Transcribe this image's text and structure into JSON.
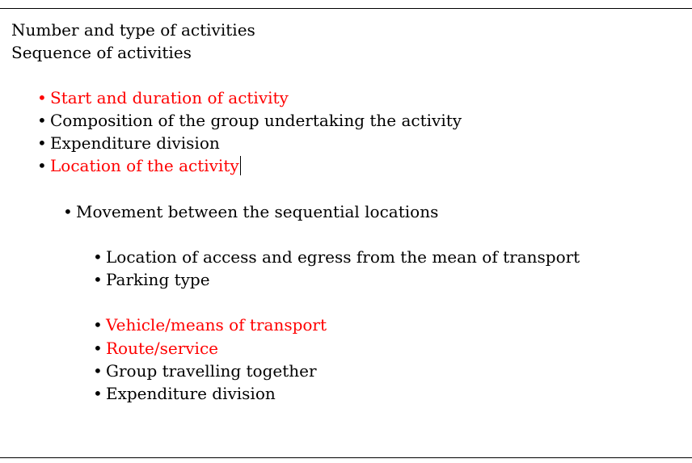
{
  "heading": {
    "line1": "Number and type of activities",
    "line2": "Sequence of activities"
  },
  "level1_items": [
    {
      "label": "Start and duration of activity",
      "color": "#ff0000"
    },
    {
      "label": "Composition of the group undertaking the activity",
      "color": "#000000"
    },
    {
      "label": "Expenditure division",
      "color": "#000000"
    },
    {
      "label": "Location of the activity",
      "color": "#ff0000"
    }
  ],
  "level2_items": [
    {
      "label": "Movement between the sequential locations",
      "color": "#000000"
    }
  ],
  "level3_items": [
    {
      "label": "Location of access and egress from the mean of transport",
      "color": "#000000"
    },
    {
      "label": "Parking type",
      "color": "#000000"
    },
    {
      "label": "Vehicle/means of transport",
      "color": "#ff0000"
    },
    {
      "label": "Route/service",
      "color": "#ff0000"
    },
    {
      "label": "Group travelling together",
      "color": "#000000"
    },
    {
      "label": "Expenditure division",
      "color": "#000000"
    }
  ],
  "bullet_glyph": "•"
}
